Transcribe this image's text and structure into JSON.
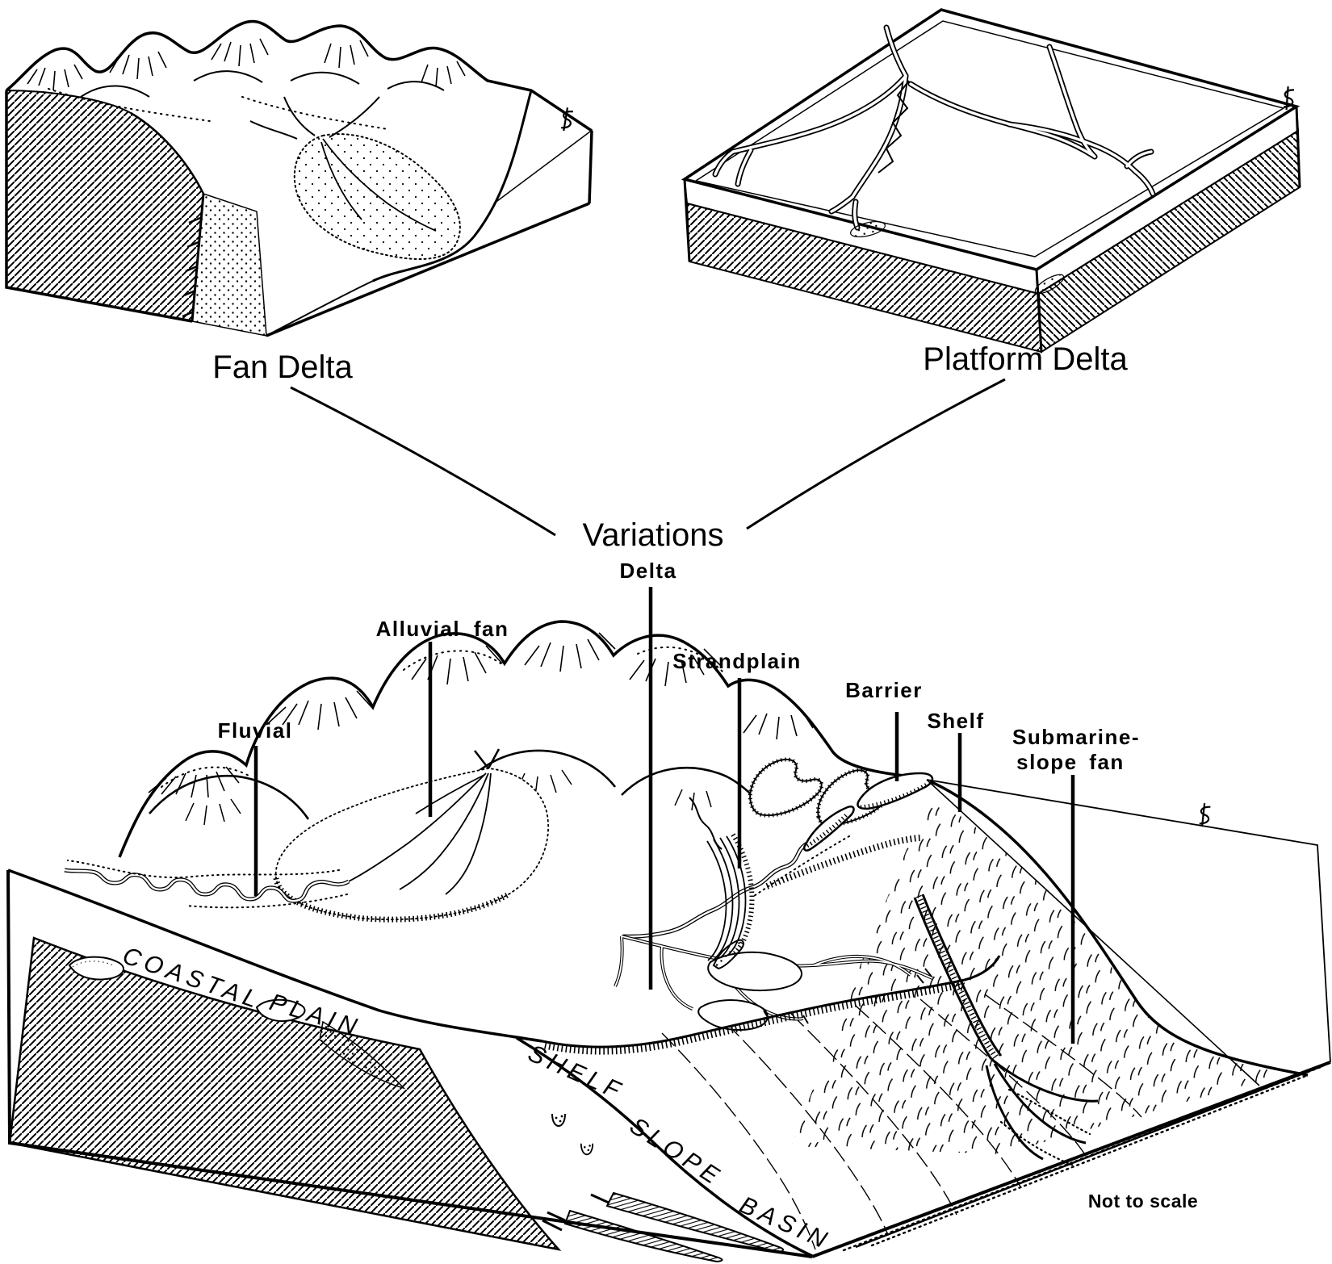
{
  "figure_type": "geologic-block-diagram",
  "colors": {
    "ink": "#000000",
    "paper": "#ffffff"
  },
  "blocks": {
    "fan_delta": {
      "label": "Fan Delta"
    },
    "platform_delta": {
      "label": "Platform Delta"
    },
    "main": {
      "hub_label": "Variations",
      "callouts": {
        "delta": "Delta",
        "alluvial_fan": "Alluvial fan",
        "fluvial": "Fluvial",
        "strandplain": "Strandplain",
        "barrier": "Barrier",
        "shelf": "Shelf",
        "submarine_slope_fan_line1": "Submarine-",
        "submarine_slope_fan_line2": "slope fan"
      },
      "surface_labels": {
        "coastal_plain_word1": "COASTAL",
        "coastal_plain_word2": "PLAIN",
        "section_shelf": "SHELF",
        "section_slope": "SLOPE",
        "section_basin": "BASIN"
      },
      "note": "Not to scale"
    }
  },
  "icons": {
    "sea_level_symbol": "centerline-squiggle"
  }
}
